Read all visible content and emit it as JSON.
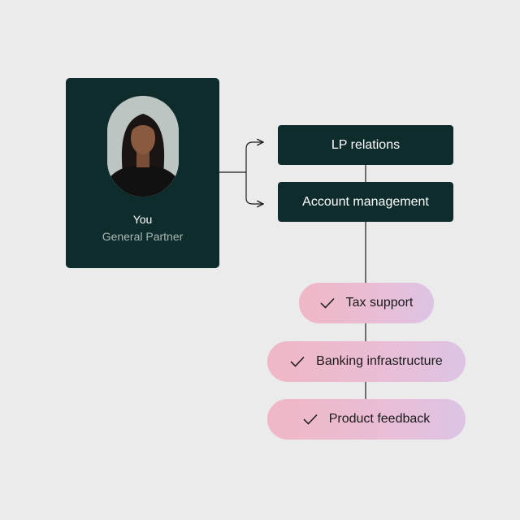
{
  "profile": {
    "name": "You",
    "role": "General Partner",
    "avatar_icon": "person-portrait"
  },
  "branches": [
    {
      "label": "LP relations"
    },
    {
      "label": "Account management"
    }
  ],
  "tasks": [
    {
      "label": "Tax support",
      "icon": "check-icon"
    },
    {
      "label": "Banking infrastructure",
      "icon": "check-icon"
    },
    {
      "label": "Product feedback",
      "icon": "check-icon"
    }
  ],
  "colors": {
    "background": "#ebebeb",
    "card": "#0f2c2c",
    "card_subtext": "#a7b7b3",
    "pill_gradient_start": "#f0b7c5",
    "pill_gradient_end": "#dcc4e4",
    "connector": "#1a1a1a"
  }
}
